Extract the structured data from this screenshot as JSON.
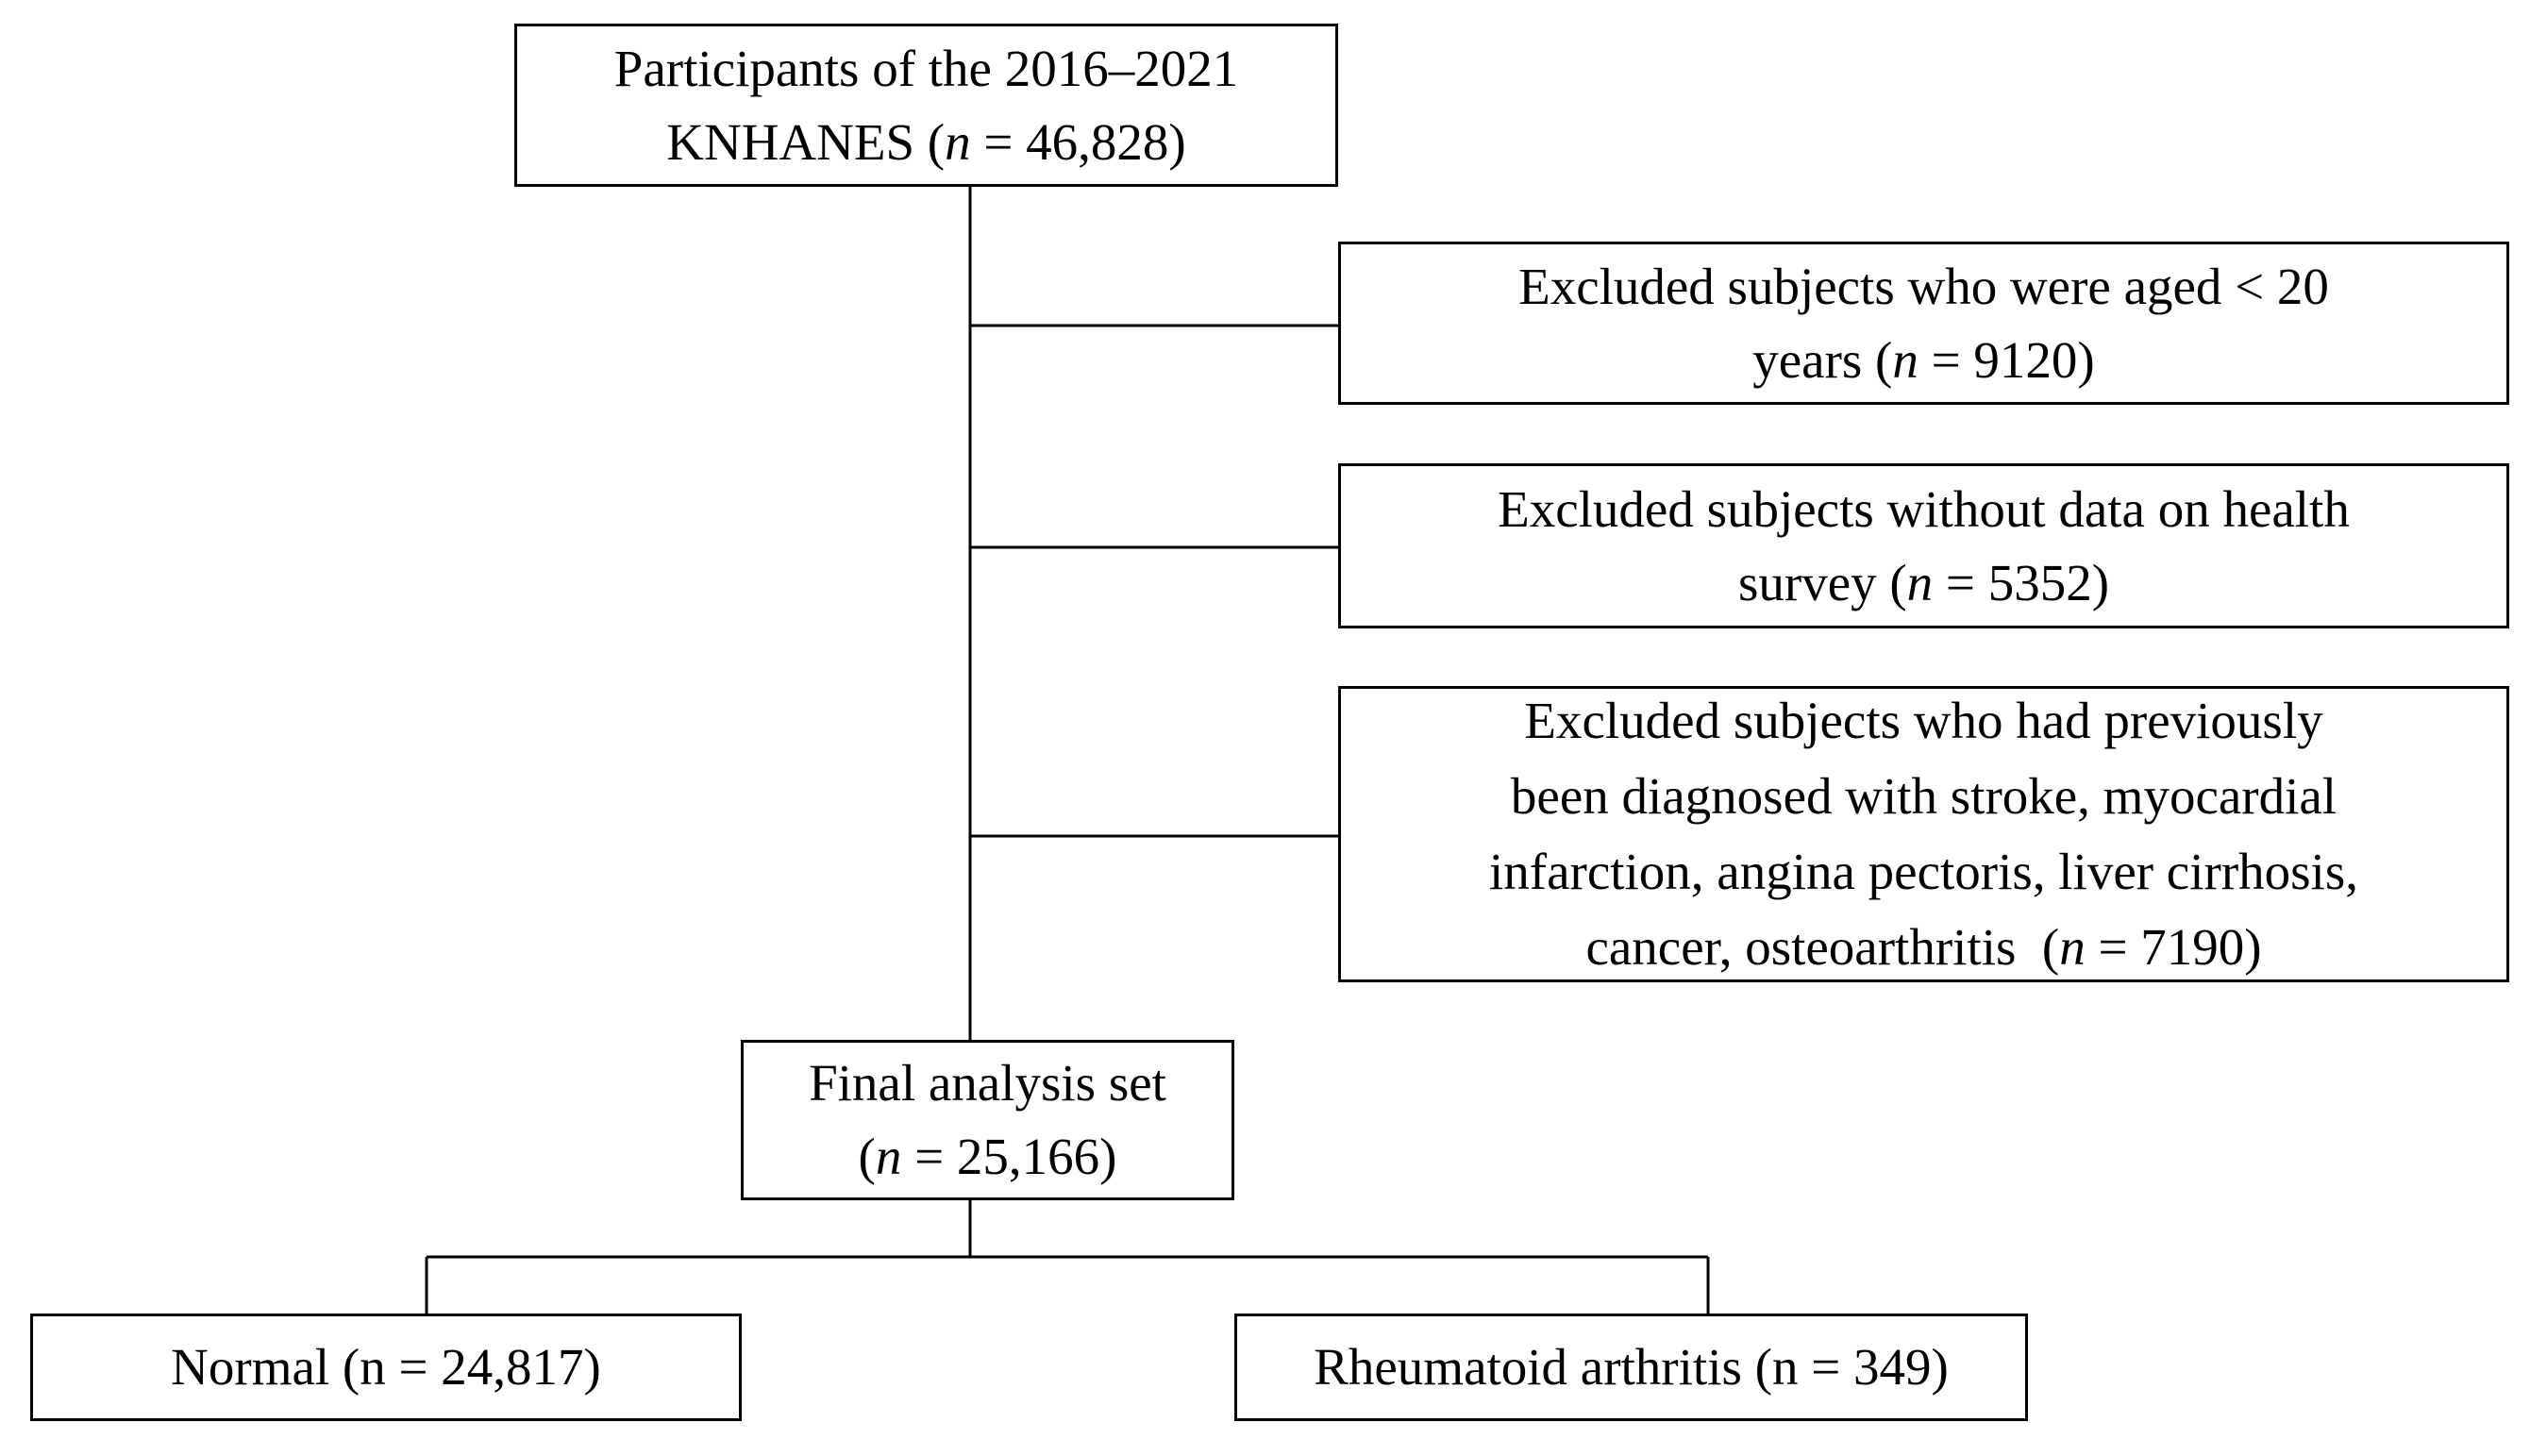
{
  "participants": {
    "line1": "Participants of the 2016–2021",
    "line2_prefix": "KNHANES (",
    "n_symbol": "n",
    "line2_suffix": " = 46,828)"
  },
  "exclusions": [
    {
      "line1": "Excluded subjects who were aged < 20",
      "line2_prefix": "years (",
      "n_symbol": "n",
      "line2_suffix": " = 9120)"
    },
    {
      "line1": "Excluded subjects without data on health",
      "line2_prefix": "survey (",
      "n_symbol": "n",
      "line2_suffix": " = 5352)"
    },
    {
      "line1": "Excluded subjects who had previously",
      "line2": "been diagnosed with stroke, myocardial",
      "line3": "infarction, angina pectoris, liver cirrhosis,",
      "line4_prefix": "cancer, osteoarthritis  (",
      "n_symbol": "n",
      "line4_suffix": " = 7190)"
    }
  ],
  "final_set": {
    "line1": "Final analysis set",
    "line2_prefix": "(",
    "n_symbol": "n",
    "line2_suffix": " = 25,166)"
  },
  "groups": [
    {
      "label": "Normal (n = 24,817)"
    },
    {
      "label": "Rheumatoid arthritis (n = 349)"
    }
  ],
  "colors": {
    "line": "#000000",
    "box_border": "#000000",
    "background": "#ffffff"
  }
}
